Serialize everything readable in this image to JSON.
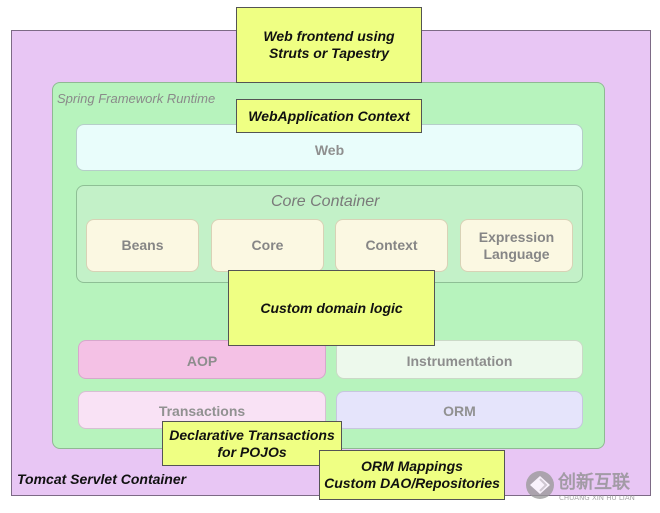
{
  "diagram": {
    "tomcat_label": "Tomcat Servlet Container",
    "spring_label": "Spring Framework Runtime",
    "web_label": "Web",
    "core_container_title": "Core Container",
    "modules": [
      "Beans",
      "Core",
      "Context",
      "Expression Language"
    ],
    "aop_label": "AOP",
    "instrumentation_label": "Instrumentation",
    "transactions_label": "Transactions",
    "orm_label": "ORM",
    "notes": {
      "web_frontend_line1": "Web frontend  using",
      "web_frontend_line2": "Struts or Tapestry",
      "web_application_context": "WebApplication Context",
      "custom_domain_logic": "Custom domain logic",
      "declarative_transactions_line1": "Declarative Transactions",
      "declarative_transactions_line2": "for POJOs",
      "orm_mappings_line1": "ORM Mappings",
      "orm_mappings_line2": "Custom DAO/Repositories"
    },
    "watermark": {
      "brand_text": "创新互联",
      "pinyin": "CHUANG XIN HU LIAN",
      "logo_icon": "brand-logo-icon"
    }
  }
}
